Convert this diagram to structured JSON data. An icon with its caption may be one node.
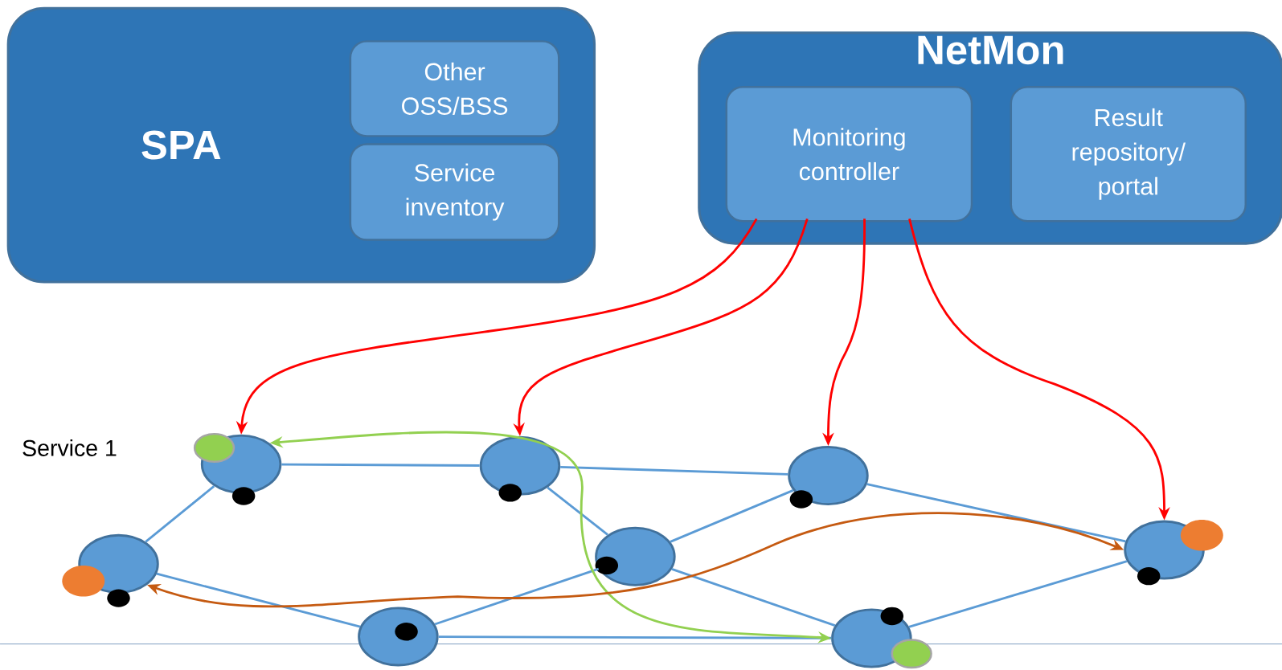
{
  "diagram": {
    "nodes": [
      {
        "text": [
          "SPA"
        ]
      },
      {
        "text": [
          "Other OSS/BSS"
        ],
        "in": 0
      },
      {
        "text": [
          "Service inventory"
        ],
        "in": 0
      },
      {
        "text": [
          "NetMon"
        ]
      },
      {
        "text": [
          "Monitoring controller"
        ],
        "in": 3
      },
      {
        "text": [
          "Result repository/ portal"
        ],
        "in": 3
      },
      {
        "text": [],
        "shape": "circle"
      },
      {
        "text": [],
        "shape": "circle"
      },
      {
        "text": [],
        "shape": "circle"
      },
      {
        "text": [],
        "shape": "circle"
      },
      {
        "text": [],
        "shape": "circle"
      },
      {
        "text": [],
        "shape": "circle"
      },
      {
        "text": [],
        "shape": "circle"
      },
      {
        "text": [],
        "shape": "circle"
      }
    ],
    "edges": [
      {
        "from": 6,
        "to": 7,
        "arrow": "none"
      },
      {
        "from": 7,
        "to": 8,
        "arrow": "none"
      },
      {
        "from": 8,
        "to": 11,
        "arrow": "none"
      },
      {
        "from": 6,
        "to": 9,
        "arrow": "none"
      },
      {
        "from": 9,
        "to": 12,
        "arrow": "none"
      },
      {
        "from": 12,
        "to": 10,
        "arrow": "none"
      },
      {
        "from": 10,
        "to": 8,
        "arrow": "none"
      },
      {
        "from": 7,
        "to": 10,
        "arrow": "none"
      },
      {
        "from": 10,
        "to": 13,
        "arrow": "none"
      },
      {
        "from": 12,
        "to": 13,
        "arrow": "none"
      },
      {
        "from": 13,
        "to": 11,
        "arrow": "none"
      },
      {
        "from": 4,
        "to": 6,
        "arrow": "to",
        "color": "#ff0000"
      },
      {
        "from": 4,
        "to": 7,
        "arrow": "to",
        "color": "#ff0000"
      },
      {
        "from": 4,
        "to": 8,
        "arrow": "to",
        "color": "#ff0000"
      },
      {
        "from": 4,
        "to": 11,
        "arrow": "to",
        "color": "#ff0000"
      },
      {
        "from": 6,
        "to": 13,
        "arrow": "both",
        "color": "#92d050"
      },
      {
        "from": 9,
        "to": 11,
        "arrow": "both",
        "color": "#c55a11"
      }
    ],
    "labels": [
      "Service 1"
    ]
  }
}
